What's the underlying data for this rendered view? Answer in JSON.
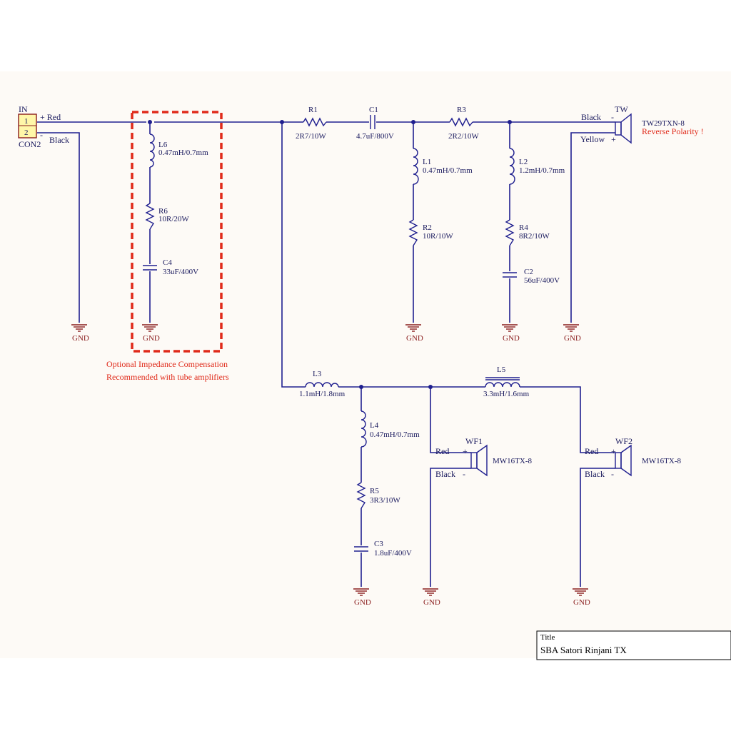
{
  "connector": {
    "name": "IN",
    "pin1": "1",
    "pin2": "2",
    "ref": "CON2",
    "plus_label": "+ Red",
    "minus_sign": "-",
    "minus_label": "Black"
  },
  "components": {
    "R1": {
      "ref": "R1",
      "value": "2R7/10W"
    },
    "C1": {
      "ref": "C1",
      "value": "4.7uF/800V"
    },
    "R3": {
      "ref": "R3",
      "value": "2R2/10W"
    },
    "L1": {
      "ref": "L1",
      "value": "0.47mH/0.7mm"
    },
    "R2": {
      "ref": "R2",
      "value": "10R/10W"
    },
    "L2": {
      "ref": "L2",
      "value": "1.2mH/0.7mm"
    },
    "R4": {
      "ref": "R4",
      "value": "8R2/10W"
    },
    "C2": {
      "ref": "C2",
      "value": "56uF/400V"
    },
    "L6": {
      "ref": "L6",
      "value": "0.47mH/0.7mm"
    },
    "R6": {
      "ref": "R6",
      "value": "10R/20W"
    },
    "C4": {
      "ref": "C4",
      "value": "33uF/400V"
    },
    "L3": {
      "ref": "L3",
      "value": "1.1mH/1.8mm"
    },
    "L5": {
      "ref": "L5",
      "value": "3.3mH/1.6mm"
    },
    "L4": {
      "ref": "L4",
      "value": "0.47mH/0.7mm"
    },
    "R5": {
      "ref": "R5",
      "value": "3R3/10W"
    },
    "C3": {
      "ref": "C3",
      "value": "1.8uF/400V"
    }
  },
  "tweeter": {
    "ref": "TW",
    "model": "TW29TXN-8",
    "note": "Reverse Polarity !",
    "wire_top": "Black",
    "sign_top": "-",
    "wire_bottom": "Yellow",
    "sign_bottom": "+"
  },
  "woofer1": {
    "ref": "WF1",
    "model": "MW16TX-8",
    "wire_top": "Red",
    "sign_top": "+",
    "wire_bottom": "Black",
    "sign_bottom": "-"
  },
  "woofer2": {
    "ref": "WF2",
    "model": "MW16TX-8",
    "wire_top": "Red",
    "sign_top": "+",
    "wire_bottom": "Black",
    "sign_bottom": "-"
  },
  "gnd_label": "GND",
  "note": {
    "line1": "Optional Impedance Compensation",
    "line2": "Recommended with tube amplifiers"
  },
  "title_block": {
    "caption": "Title",
    "title": "SBA Satori Rinjani TX"
  },
  "colors": {
    "wire": "#1f1f8f",
    "ground": "#8a1c1c",
    "highlight": "#e02a1a",
    "connector_fill": "#fff7a8"
  }
}
